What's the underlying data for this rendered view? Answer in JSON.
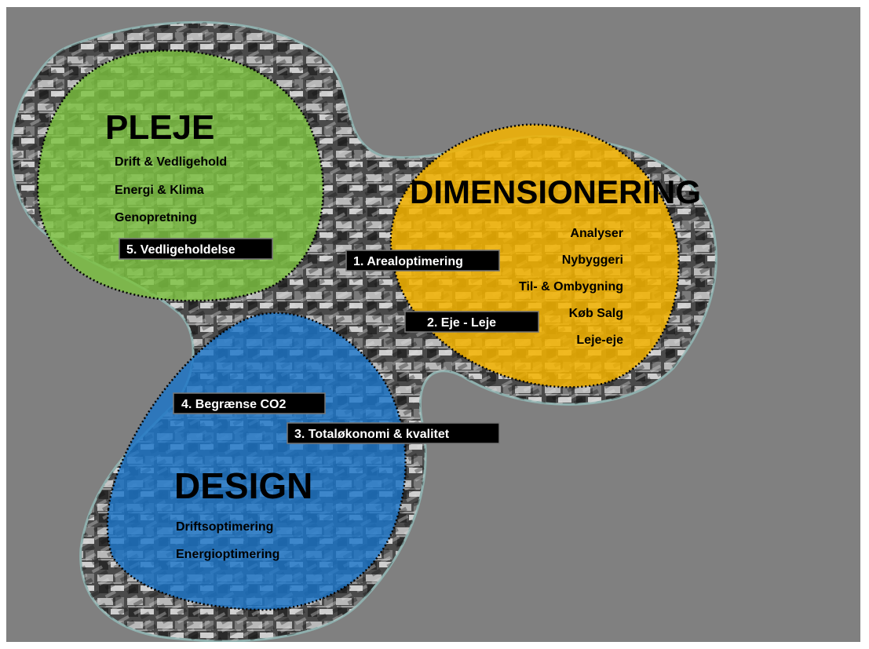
{
  "colors": {
    "background": "#808080",
    "pleje": "#7dc241",
    "dimensionering": "#f5b400",
    "design": "#1c75c8",
    "outline": "#7f9f9f",
    "label_bg": "#000000",
    "label_text": "#ffffff"
  },
  "pleje": {
    "title": "PLEJE",
    "items": [
      "Drift & Vedligehold",
      "Energi & Klima",
      "Genopretning"
    ]
  },
  "dimensionering": {
    "title": "DIMENSIONERING",
    "items": [
      "Analyser",
      "Nybyggeri",
      "Til- & Ombygning",
      "Køb Salg",
      "Leje-eje"
    ]
  },
  "design": {
    "title": "DESIGN",
    "items": [
      "Driftsoptimering",
      "Energioptimering"
    ]
  },
  "labels": {
    "l1": "1. Arealoptimering",
    "l2": "2. Eje - Leje",
    "l3": "3. Totaløkonomi & kvalitet",
    "l4": "4. Begrænse CO2",
    "l5": "5. Vedligeholdelse"
  }
}
